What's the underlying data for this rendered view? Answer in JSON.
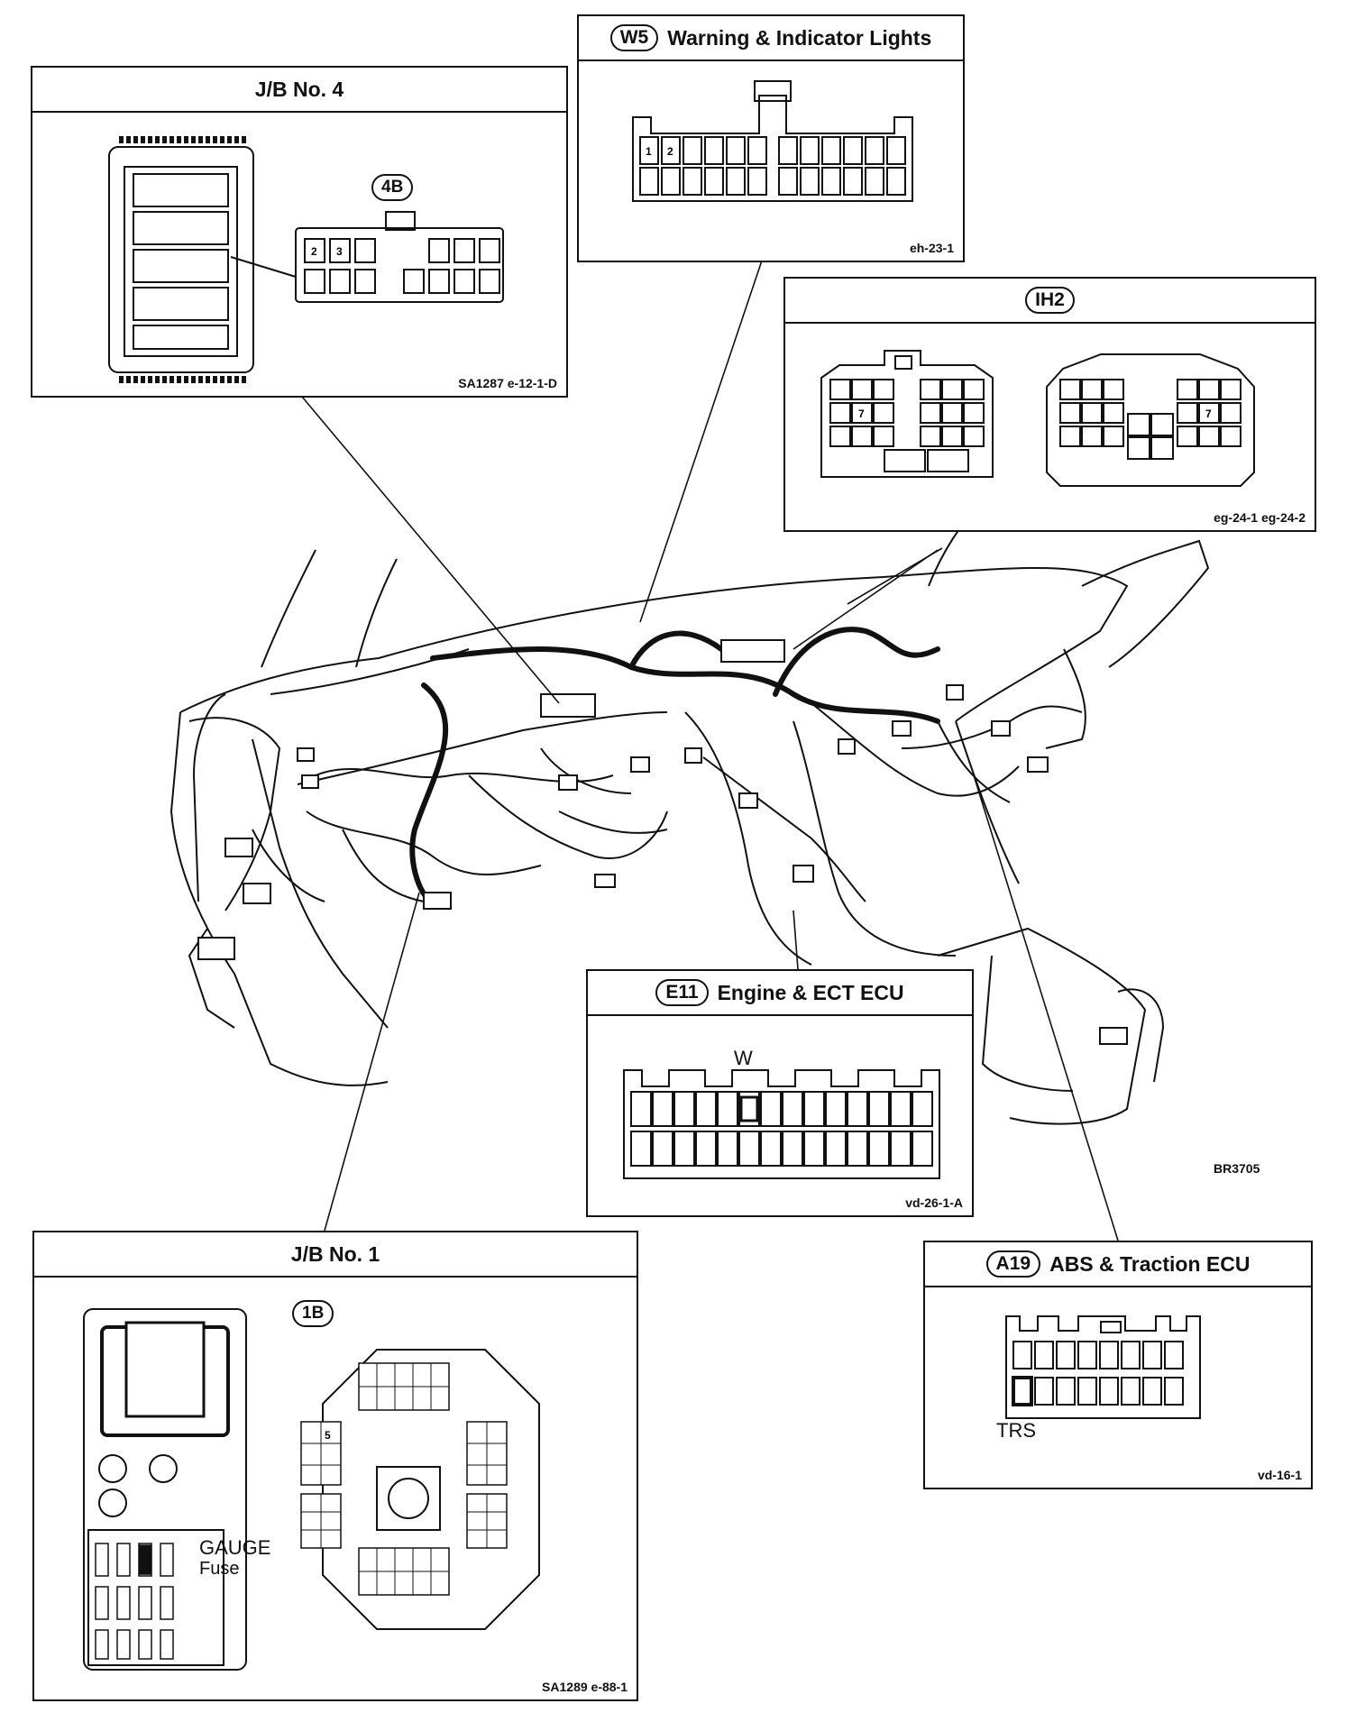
{
  "diagram_code": "BR3705",
  "panels": {
    "jb4": {
      "title": "J/B No. 4",
      "connector": "4B",
      "pins": [
        "2",
        "3"
      ],
      "ref": "SA1287  e-12-1-D"
    },
    "w5": {
      "code": "W5",
      "title": "Warning & Indicator Lights",
      "pins": [
        "1",
        "2"
      ],
      "ref": "eh-23-1"
    },
    "ih2": {
      "code": "IH2",
      "pins": [
        "7",
        "7"
      ],
      "ref": "eg-24-1  eg-24-2"
    },
    "e11": {
      "code": "E11",
      "title": "Engine & ECT ECU",
      "pin_label": "W",
      "ref": "vd-26-1-A"
    },
    "jb1": {
      "title": "J/B No. 1",
      "connector": "1B",
      "pin": "5",
      "fuse_label_1": "GAUGE",
      "fuse_label_2": "Fuse",
      "ref": "SA1289  e-88-1"
    },
    "a19": {
      "code": "A19",
      "title": "ABS & Traction ECU",
      "pin_label": "TRS",
      "ref": "vd-16-1"
    }
  }
}
